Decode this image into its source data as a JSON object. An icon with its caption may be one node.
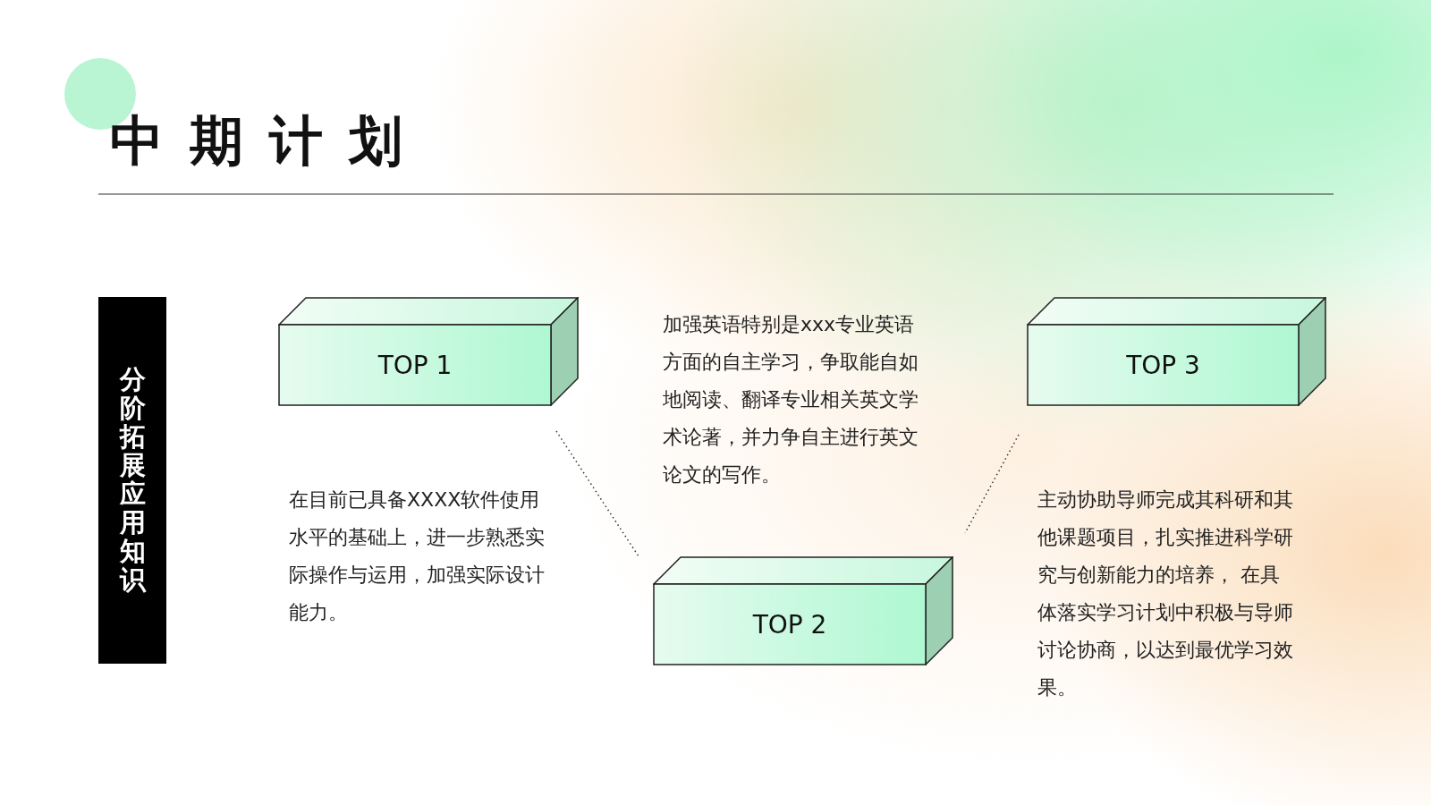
{
  "diagram": {
    "title": "中 期 计 划",
    "nodes": [
      {
        "text": [
          "分阶拓展应用知识"
        ]
      },
      {
        "text": [
          "TOP 1"
        ]
      },
      {
        "text": [
          "TOP 2"
        ]
      },
      {
        "text": [
          "TOP 3"
        ]
      }
    ],
    "labels": [
      "加强英语特别是xxx专业英语方面的自主学习，争取能自如地阅读、翻译专业相关英文学术论著，并力争自主进行英文论文的写作。",
      "在目前已具备XXXX软件使用水平的基础上，进一步熟悉实际操作与运用，加强实际设计能力。",
      "主动协助导师完成其科研和其他课题项目，扎实推进科学研究与创新能力的培养， 在具体落实学习计划中积极与导师讨论协商，以达到最优学习效果。"
    ]
  }
}
